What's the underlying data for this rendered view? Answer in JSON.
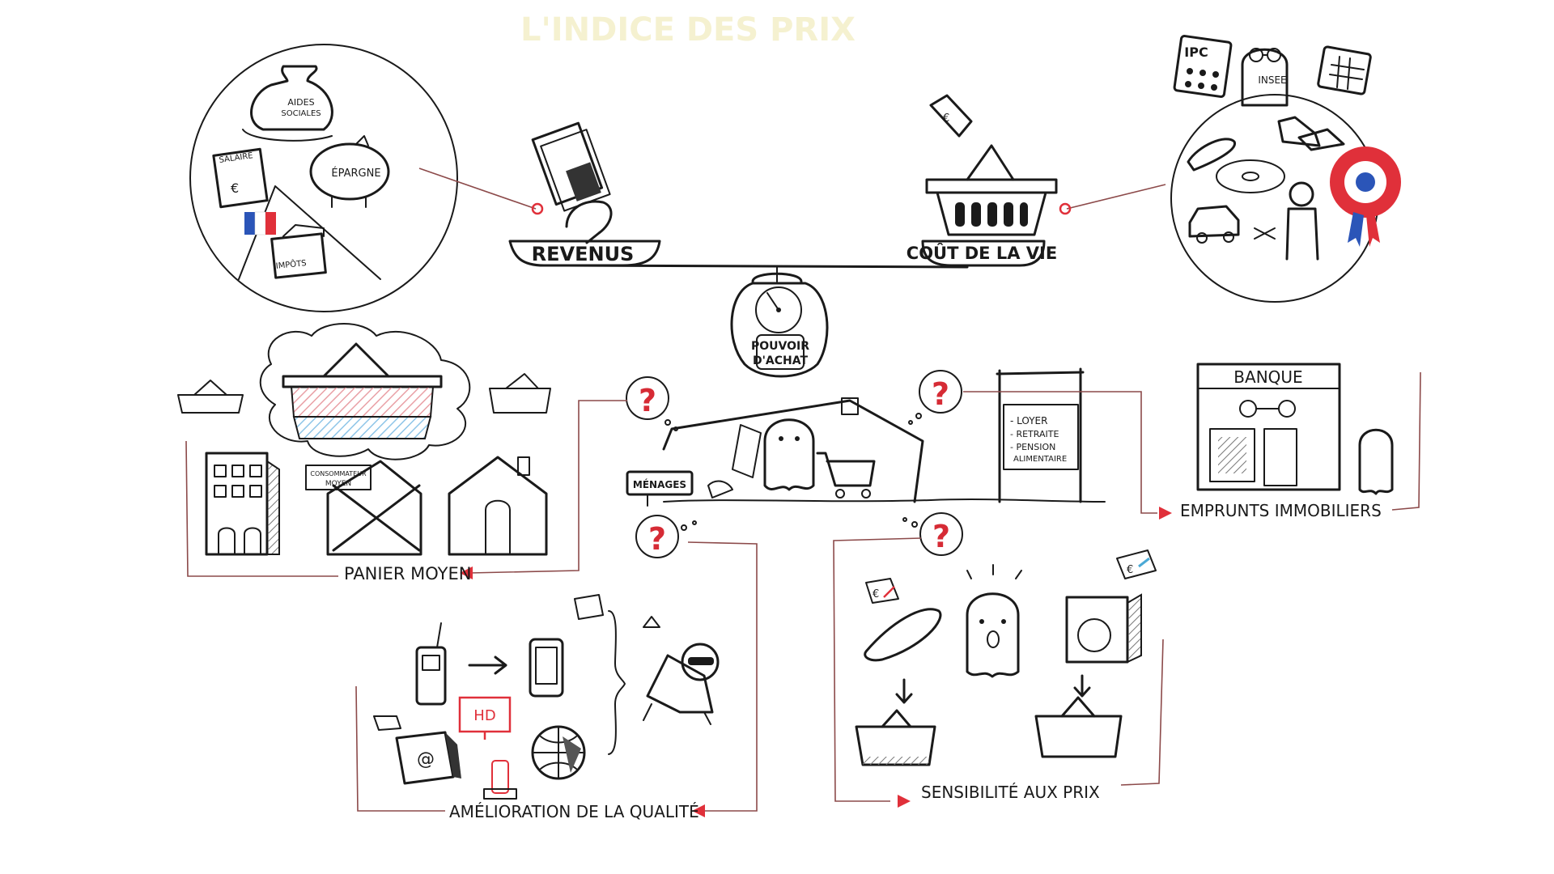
{
  "title_faint": "L'INDICE DES PRIX",
  "scale": {
    "left_label": "REVENUS",
    "right_label": "COÛT DE LA VIE",
    "purse_line1": "POUVOIR",
    "purse_line2": "D'ACHAT"
  },
  "income_circle": {
    "aides_line1": "AIDES",
    "aides_line2": "SOCIALES",
    "salaire": "SALAIRE",
    "epargne": "ÉPARGNE",
    "impots": "IMPÔTS"
  },
  "cost_circle": {
    "ipc": "IPC",
    "insee": "INSEE"
  },
  "household": {
    "sign": "MÉNAGES"
  },
  "billboard": {
    "line1": "- LOYER",
    "line2": "- RETRAITE",
    "line3": "- PENSION",
    "line4": "ALIMENTAIRE"
  },
  "bank": {
    "sign": "BANQUE"
  },
  "panier": {
    "sign_line1": "CONSOMMATEUR",
    "sign_line2": "MOYEN"
  },
  "quality": {
    "hd": "HD"
  },
  "captions": {
    "panier_moyen": "PANIER MOYEN",
    "emprunts": "EMPRUNTS IMMOBILIERS",
    "amelioration": "AMÉLIORATION DE LA QUALITÉ",
    "sensibilite": "SENSIBILITÉ AUX PRIX"
  },
  "question_mark": "?",
  "colors": {
    "ink": "#1a1a1a",
    "accent_red": "#e0303a",
    "connector": "#8c4a4a",
    "flag_blue": "#2b55b8",
    "flag_red": "#e0303a",
    "hatch_pink": "#e9a0a6",
    "hatch_blue": "#8ec5e8"
  }
}
